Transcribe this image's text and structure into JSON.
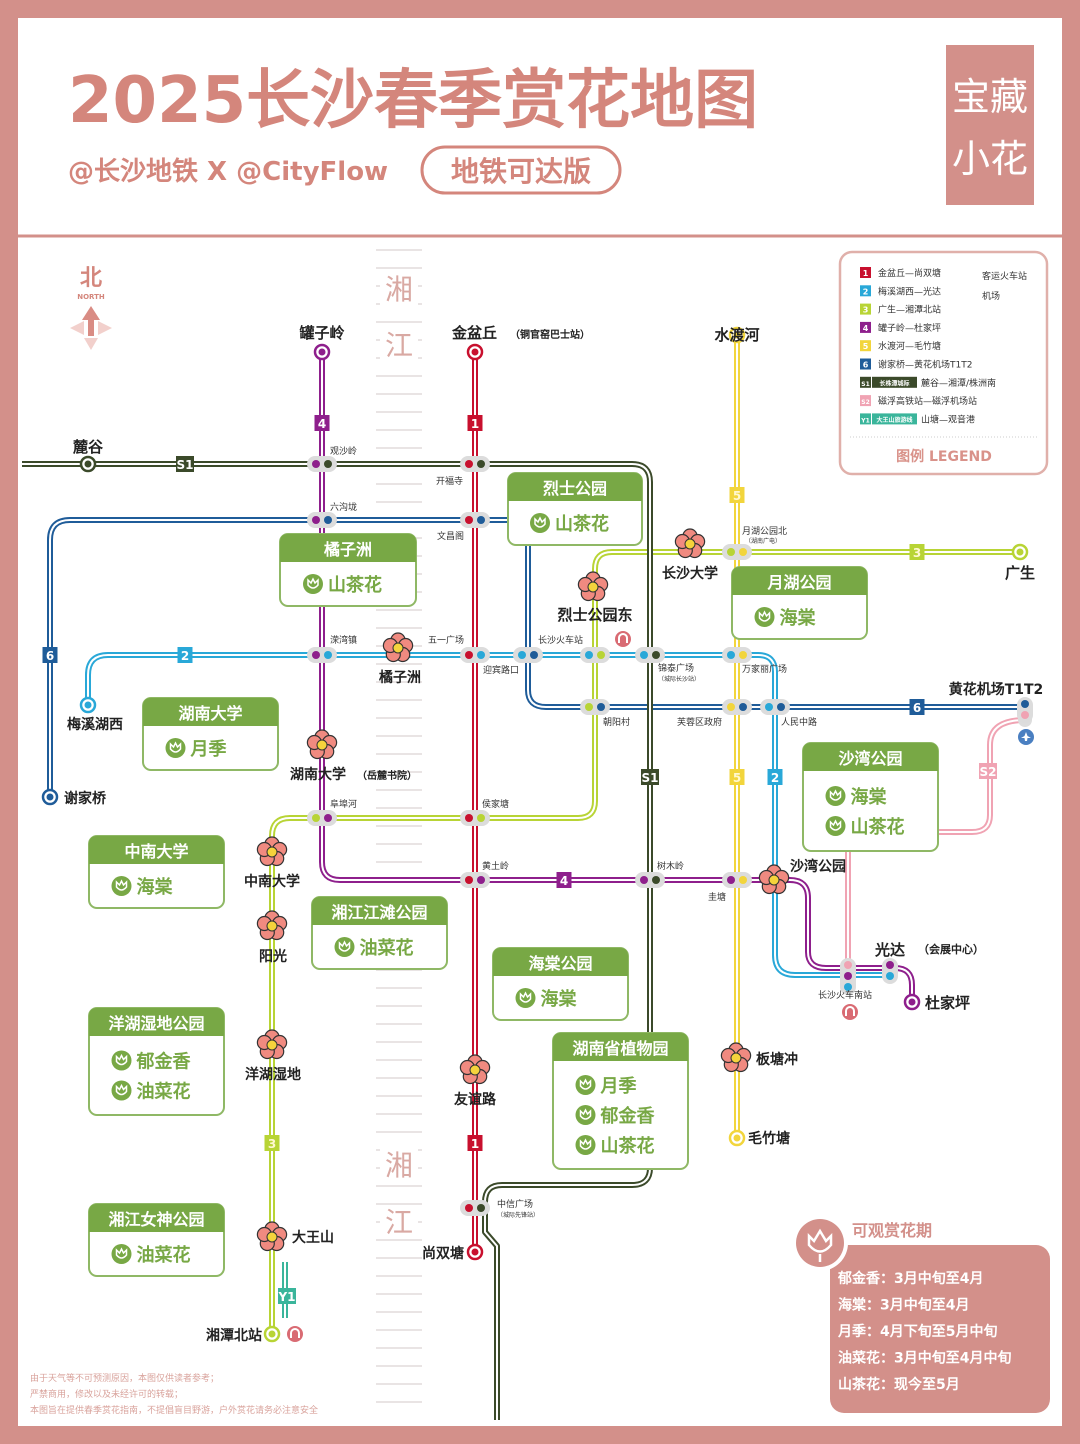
{
  "header": {
    "title": "2025长沙春季赏花地图",
    "subtitle": "@长沙地铁 X @CityFlow",
    "badge": "地铁可达版",
    "corner_line1": "宝藏",
    "corner_line2": "小花"
  },
  "compass": {
    "north_cn": "北",
    "north_en": "NORTH"
  },
  "river": [
    "湘",
    "江",
    "湘",
    "江"
  ],
  "colors": {
    "frame": "#d3908a",
    "title": "#d4867c",
    "park_green": "#78a845",
    "L1": "#c8102e",
    "L2": "#29a8d8",
    "L3": "#b8d435",
    "L4": "#8e1f8c",
    "L5": "#f2d53c",
    "L6": "#1f5c99",
    "S1": "#3b4a2a",
    "S2": "#f0a3b3",
    "Y1": "#3ab59b"
  },
  "legend": {
    "lines": [
      {
        "badge": "1",
        "key": "L1",
        "route": "金盆丘—尚双塘"
      },
      {
        "badge": "2",
        "key": "L2",
        "route": "梅溪湖西—光达"
      },
      {
        "badge": "3",
        "key": "L3",
        "route": "广生—湘潭北站"
      },
      {
        "badge": "4",
        "key": "L4",
        "route": "罐子岭—杜家坪"
      },
      {
        "badge": "5",
        "key": "L5",
        "route": "水渡河—毛竹塘"
      },
      {
        "badge": "6",
        "key": "L6",
        "route": "谢家桥—黄花机场T1T2"
      },
      {
        "badge": "S1",
        "key": "S1",
        "tag": "长株潭城际",
        "route": "麓谷—湘潭/株洲南"
      },
      {
        "badge": "S2",
        "key": "S2",
        "route": "磁浮高铁站—磁浮机场站"
      },
      {
        "badge": "Y1",
        "key": "Y1",
        "tag": "大王山旅游线",
        "route": "山塘—观音港"
      }
    ],
    "icons": [
      {
        "icon": "railway-station-icon",
        "label": "客运火车站"
      },
      {
        "icon": "airport-icon",
        "label": "机场"
      }
    ],
    "title": "图例 LEGEND"
  },
  "line_badges": [
    "4",
    "1",
    "S1",
    "5",
    "3",
    "6",
    "2",
    "6",
    "S1",
    "5",
    "2",
    "S2",
    "4",
    "3",
    "1",
    "Y1"
  ],
  "terminals": [
    "罐子岭",
    "金盆丘",
    "（铜官窑巴士站）",
    "水渡河",
    "麓谷",
    "广生",
    "黄花机场T1T2",
    "梅溪湖西",
    "谢家桥",
    "光达",
    "（会展中心）",
    "杜家坪",
    "毛竹塘",
    "尚双塘",
    "湘潭北站"
  ],
  "stations": [
    "观沙岭",
    "开福寺",
    "六沟垅",
    "文昌阁",
    "溁湾镇",
    "五一广场",
    "迎宾路口",
    "长沙火车站",
    "锦泰广场",
    "（城际长沙站）",
    "万家丽广场",
    "月湖公园北",
    "（湖南广电）",
    "朝阳村",
    "芙蓉区政府",
    "人民中路",
    "阜埠河",
    "侯家塘",
    "黄土岭",
    "树木岭",
    "圭塘",
    "长沙火车南站",
    "中信广场",
    "（城际先锋站）"
  ],
  "spots": [
    "橘子洲",
    "湖南大学",
    "（岳麓书院）",
    "中南大学",
    "阳光",
    "洋湖湿地",
    "大王山",
    "友谊路",
    "烈士公园东",
    "长沙大学",
    "沙湾公园",
    "板塘冲"
  ],
  "parks": [
    {
      "name": "烈士公园",
      "flowers": [
        "山茶花"
      ]
    },
    {
      "name": "橘子洲",
      "flowers": [
        "山茶花"
      ]
    },
    {
      "name": "月湖公园",
      "flowers": [
        "海棠"
      ]
    },
    {
      "name": "湖南大学",
      "flowers": [
        "月季"
      ]
    },
    {
      "name": "沙湾公园",
      "flowers": [
        "海棠",
        "山茶花"
      ]
    },
    {
      "name": "中南大学",
      "flowers": [
        "海棠"
      ]
    },
    {
      "name": "湘江江滩公园",
      "flowers": [
        "油菜花"
      ]
    },
    {
      "name": "海棠公园",
      "flowers": [
        "海棠"
      ]
    },
    {
      "name": "洋湖湿地公园",
      "flowers": [
        "郁金香",
        "油菜花"
      ]
    },
    {
      "name": "湖南省植物园",
      "flowers": [
        "月季",
        "郁金香",
        "山茶花"
      ]
    },
    {
      "name": "湘江女神公园",
      "flowers": [
        "油菜花"
      ]
    }
  ],
  "period": {
    "title": "可观赏花期",
    "items": [
      "郁金香：3月中旬至4月",
      "海棠：3月中旬至4月",
      "月季：4月下旬至5月中旬",
      "油菜花：3月中旬至4月中旬",
      "山茶花：现今至5月"
    ]
  },
  "disclaimer": [
    "由于天气等不可预测原因，本图仅供读者参考；",
    "严禁商用，修改以及未经许可的转载；",
    "本图旨在提供春季赏花指南，不提倡盲目野游，户外赏花请务必注意安全"
  ]
}
